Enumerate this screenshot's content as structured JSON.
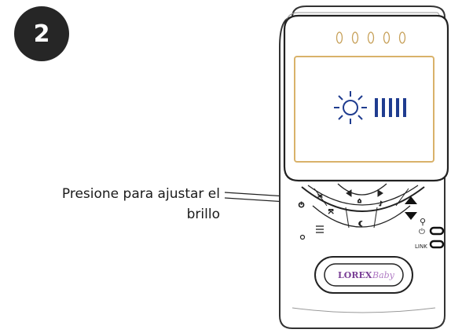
{
  "step": {
    "number": "2"
  },
  "callout": {
    "line1": "Presione para ajustar el",
    "line2": "brillo"
  },
  "device": {
    "screen": {
      "icon": "brightness-sun-icon",
      "level_bars": 5,
      "level_color": "#1f3c8f"
    },
    "camera_leds": 5,
    "logo": {
      "brand": "LOREX",
      "sub": "Baby"
    },
    "indicators": {
      "link_label": "LINK"
    },
    "colors": {
      "screen_frame": "#d9b26a",
      "screen_bg": "#ffffff",
      "brand_purple": "#7a3f96"
    }
  }
}
